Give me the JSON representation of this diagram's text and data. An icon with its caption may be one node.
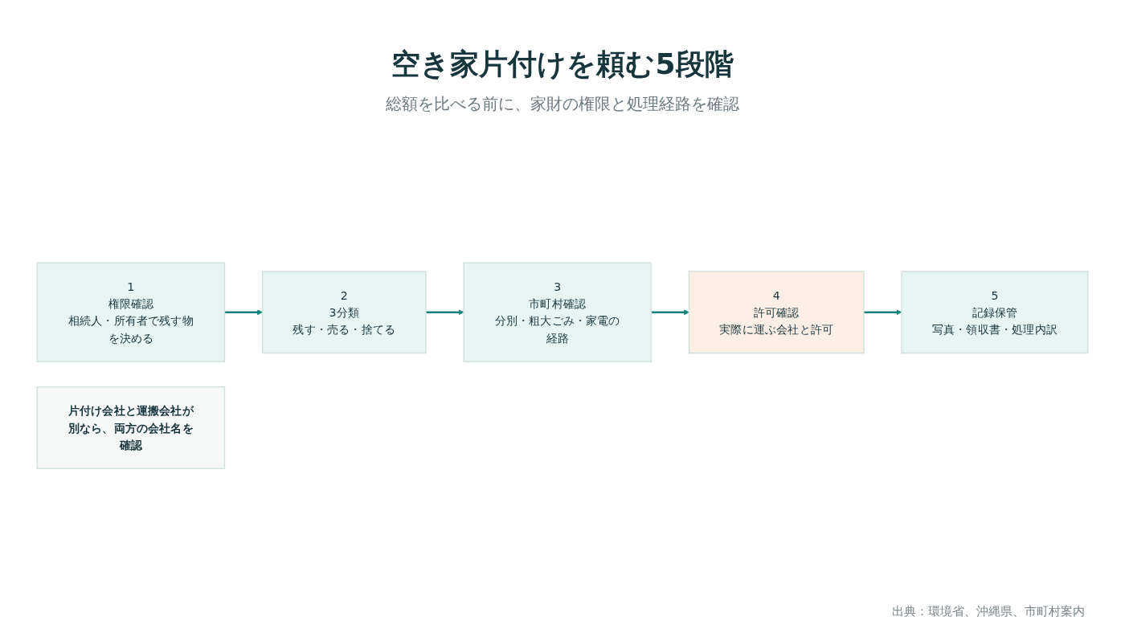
{
  "diagram": {
    "title": "空き家片付けを頼む5段階",
    "caption": "出典：環境省、沖縄県、市町村案内",
    "nodes": [
      {
        "text": [
          "1",
          "権限確認",
          "相続人・所有者で残す物を決める"
        ]
      },
      {
        "text": [
          "2",
          "3分類",
          "残す・売る・捨てる"
        ]
      },
      {
        "text": [
          "3",
          "市町村確認",
          "分別・粗大ごみ・家電の経路"
        ]
      },
      {
        "text": [
          "4",
          "許可確認",
          "実際に運ぶ会社と許可"
        ]
      },
      {
        "text": [
          "5",
          "記録保管",
          "写真・領収書・処理内訳"
        ]
      },
      {
        "text": [
          "片付け会社と運搬会社が別なら、両方の会社名を確認"
        ]
      }
    ],
    "edges": [
      {
        "from": 0,
        "to": 1,
        "arrow": "to"
      },
      {
        "from": 1,
        "to": 2,
        "arrow": "to"
      },
      {
        "from": 2,
        "to": 3,
        "arrow": "to"
      },
      {
        "from": 3,
        "to": 4,
        "arrow": "to"
      }
    ],
    "labels": [
      "総額を比べる前に、家財の権限と処理経路を確認"
    ]
  }
}
